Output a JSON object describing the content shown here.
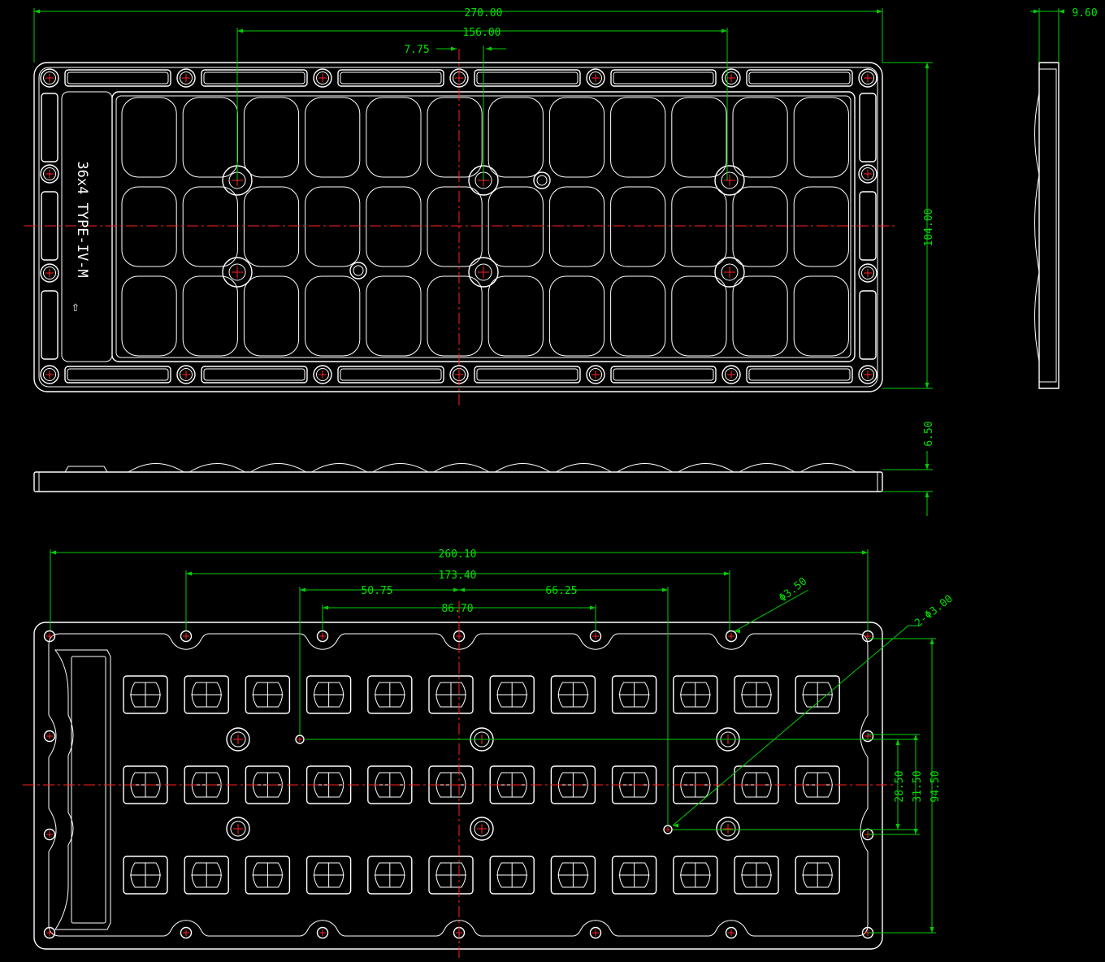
{
  "drawing": {
    "label": "36x4  TYPE-IV-M",
    "arrow_glyph": "⇧",
    "colors": {
      "background": "#000000",
      "outline": "#ffffff",
      "dimension": "#00e000",
      "centerline": "#ff2020"
    }
  },
  "top_view_dims": {
    "overall_width": "270.00",
    "hole_span": "156.00",
    "offset": "7.75",
    "height": "104.00",
    "side_thickness": "9.60"
  },
  "side_view_dims": {
    "thickness": "6.50"
  },
  "bottom_view_dims": {
    "span_outer": "260.10",
    "span_inner": "173.40",
    "left_offset": "50.75",
    "right_offset": "66.25",
    "center_span": "86.70",
    "hole_callout": "Φ3.50",
    "hole_callout_2": "2-Φ3.00",
    "v_small": "28.50",
    "v_mid": "31.50",
    "v_overall": "94.50"
  }
}
